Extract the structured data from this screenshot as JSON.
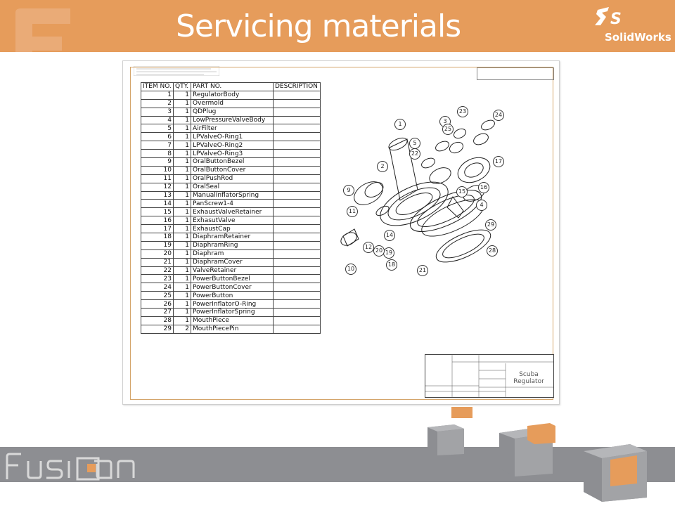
{
  "slide": {
    "title": "Servicing materials",
    "vendor_logo_text": "SolidWorks",
    "brand_logo_text": "Fusion",
    "colors": {
      "accent": "#e69c5b",
      "footer": "#8d8e92"
    }
  },
  "drawing": {
    "bom_headers": [
      "ITEM NO.",
      "QTY.",
      "PART NO.",
      "DESCRIPTION"
    ],
    "bom_rows": [
      {
        "item": "1",
        "qty": "1",
        "part": "RegulatorBody"
      },
      {
        "item": "2",
        "qty": "1",
        "part": "Overmold"
      },
      {
        "item": "3",
        "qty": "1",
        "part": "QDPlug"
      },
      {
        "item": "4",
        "qty": "1",
        "part": "LowPressureValveBody"
      },
      {
        "item": "5",
        "qty": "1",
        "part": "AirFilter"
      },
      {
        "item": "6",
        "qty": "1",
        "part": "LPValveO-Ring1"
      },
      {
        "item": "7",
        "qty": "1",
        "part": "LPValveO-Ring2"
      },
      {
        "item": "8",
        "qty": "1",
        "part": "LPValveO-Ring3"
      },
      {
        "item": "9",
        "qty": "1",
        "part": "OralButtonBezel"
      },
      {
        "item": "10",
        "qty": "1",
        "part": "OralButtonCover"
      },
      {
        "item": "11",
        "qty": "1",
        "part": "OralPushRod"
      },
      {
        "item": "12",
        "qty": "1",
        "part": "OralSeal"
      },
      {
        "item": "13",
        "qty": "1",
        "part": "ManualInflatorSpring"
      },
      {
        "item": "14",
        "qty": "1",
        "part": "PanScrew1-4"
      },
      {
        "item": "15",
        "qty": "1",
        "part": "ExhaustValveRetainer"
      },
      {
        "item": "16",
        "qty": "1",
        "part": "ExhasutValve"
      },
      {
        "item": "17",
        "qty": "1",
        "part": "ExhaustCap"
      },
      {
        "item": "18",
        "qty": "1",
        "part": "DiaphramRetainer"
      },
      {
        "item": "19",
        "qty": "1",
        "part": "DiaphramRing"
      },
      {
        "item": "20",
        "qty": "1",
        "part": "Diaphram"
      },
      {
        "item": "21",
        "qty": "1",
        "part": "DiaphramCover"
      },
      {
        "item": "22",
        "qty": "1",
        "part": "ValveRetainer"
      },
      {
        "item": "23",
        "qty": "1",
        "part": "PowerButtonBezel"
      },
      {
        "item": "24",
        "qty": "1",
        "part": "PowerButtonCover"
      },
      {
        "item": "25",
        "qty": "1",
        "part": "PowerButton"
      },
      {
        "item": "26",
        "qty": "1",
        "part": "PowerInflatorO-Ring"
      },
      {
        "item": "27",
        "qty": "1",
        "part": "PowerInflatorSpring"
      },
      {
        "item": "28",
        "qty": "1",
        "part": "MouthPiece"
      },
      {
        "item": "29",
        "qty": "2",
        "part": "MouthPiecePin"
      }
    ],
    "callouts": [
      "1",
      "2",
      "3",
      "4",
      "5",
      "9",
      "10",
      "11",
      "12",
      "14",
      "15",
      "16",
      "17",
      "18",
      "19",
      "20",
      "21",
      "22",
      "23",
      "24",
      "25",
      "28",
      "29"
    ],
    "title_block": {
      "name_line1": "Scuba",
      "name_line2": "Regulator"
    }
  }
}
